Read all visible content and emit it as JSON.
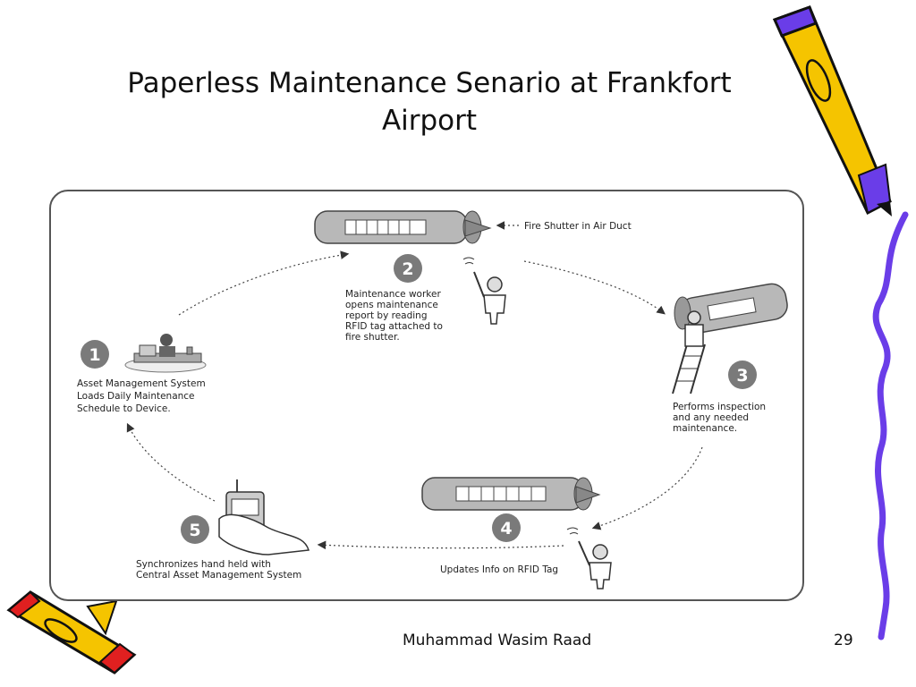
{
  "slide": {
    "title_line1": "Paperless Maintenance Senario at Frankfort",
    "title_line2": "Airport",
    "author": "Muhammad Wasim Raad",
    "page_number": "29"
  },
  "diagram": {
    "duct_callout": "Fire Shutter in Air Duct",
    "steps": [
      {
        "number": "1",
        "lines": [
          "Asset Management System",
          "Loads Daily Maintenance",
          "Schedule to Device."
        ]
      },
      {
        "number": "2",
        "lines": [
          "Maintenance worker",
          "opens maintenance",
          "report by reading",
          "RFID tag attached to",
          "fire shutter."
        ]
      },
      {
        "number": "3",
        "lines": [
          "Performs inspection",
          "and any needed",
          "maintenance."
        ]
      },
      {
        "number": "4",
        "lines": [
          "Updates Info on RFID Tag"
        ]
      },
      {
        "number": "5",
        "lines": [
          "Synchronizes hand held with",
          "Central Asset Management System"
        ]
      }
    ]
  },
  "colors": {
    "step_badge": "#7a7a7a",
    "squiggle": "#6a3de8",
    "pencil_body": "#f5c400"
  }
}
